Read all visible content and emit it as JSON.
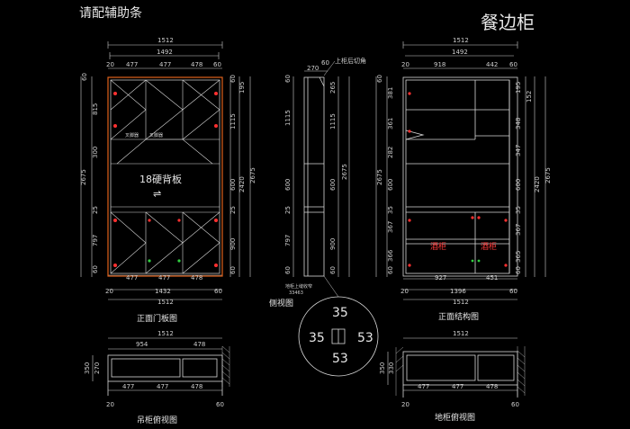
{
  "header": {
    "note": "请配辅助条",
    "title": "餐边柜"
  },
  "front_door": {
    "caption": "正面门板图",
    "top_dims": [
      "1512",
      "1492"
    ],
    "top_parts": [
      "20",
      "477",
      "477",
      "478",
      "60"
    ],
    "bottom_parts": [
      "477",
      "477",
      "478"
    ],
    "bottom_dims": [
      "20",
      "1432",
      "60",
      "1512"
    ],
    "left_v": [
      "60",
      "815",
      "300",
      "25",
      "797",
      "60"
    ],
    "left_total": "2675",
    "right_v": [
      "60",
      "195",
      "1115",
      "600",
      "25",
      "900",
      "60"
    ],
    "right_total": [
      "2420",
      "2675"
    ],
    "labels": [
      "18硬背板",
      "⇌",
      "叉脚器",
      "叉脚器"
    ]
  },
  "side": {
    "caption": "侧视图",
    "top_dims": [
      "270",
      "60"
    ],
    "note": "上柜后切角",
    "left_v": [
      "60",
      "1115",
      "600",
      "25",
      "797",
      "60"
    ],
    "right_v": [
      "265",
      "1115",
      "2675",
      "600",
      "900",
      "60"
    ],
    "bottom_note": [
      "地柜上缝收窄",
      "33463"
    ],
    "detail": [
      "35",
      "35",
      "53",
      "53"
    ]
  },
  "front_struct": {
    "caption": "正面结构图",
    "top_dims": [
      "1512",
      "1492"
    ],
    "top_parts": [
      "20",
      "918",
      "442",
      "60"
    ],
    "bottom_parts": [
      "927",
      "451"
    ],
    "bottom_dims": [
      "20",
      "1396",
      "60",
      "1512"
    ],
    "left_v": [
      "60",
      "381",
      "361",
      "282",
      "600",
      "35",
      "367",
      "366",
      "60"
    ],
    "left_total": "2675",
    "right_v": [
      "195",
      "152",
      "348",
      "347",
      "600",
      "35",
      "367",
      "365",
      "60"
    ],
    "right_total": [
      "2420",
      "2675"
    ],
    "labels": [
      "酒柜",
      "酒柜"
    ]
  },
  "upper_plan": {
    "caption": "吊柜俯视图",
    "top_dims": [
      "1512",
      "954",
      "478"
    ],
    "left_v": [
      "350",
      "270"
    ],
    "bottom_parts": [
      "477",
      "477",
      "478"
    ],
    "bottom_edges": [
      "20",
      "60"
    ]
  },
  "base_plan": {
    "caption": "地柜俯视图",
    "top_dims": [
      "1512"
    ],
    "left_v": [
      "350",
      "330"
    ],
    "bottom_parts": [
      "477",
      "477",
      "478"
    ],
    "bottom_edges": [
      "20",
      "60"
    ]
  },
  "colors": {
    "line": "#d9d9d9",
    "orange": "#e0621c",
    "red": "#ff3030",
    "green": "#30d040",
    "bg": "#000000"
  }
}
